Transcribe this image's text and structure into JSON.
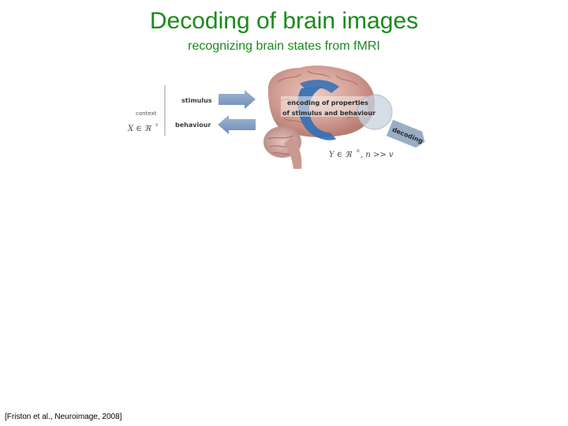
{
  "header": {
    "title": "Decoding of brain images",
    "subtitle": "recognizing brain states from fMRI"
  },
  "figure": {
    "context_label": "context",
    "x_symbol": "X ∈ ℜ",
    "x_superscript": "v",
    "stimulus_label": "stimulus",
    "behaviour_label": "behaviour",
    "encoding_line1": "encoding of properties",
    "encoding_line2": "of stimulus and behaviour",
    "decoding_label": "decoding",
    "y_symbol": "Y ∈ ℜ",
    "y_superscript": "n",
    "y_condition": ",  n >> v"
  },
  "footer": {
    "citation": "[Friston et al., Neuroimage, 2008]"
  },
  "colors": {
    "title_green": "#1a8a1a",
    "arrow_blue": "#7f9dbf",
    "encoding_blue": "#2f6fb5",
    "brain_pink": "#d9a9a0"
  }
}
